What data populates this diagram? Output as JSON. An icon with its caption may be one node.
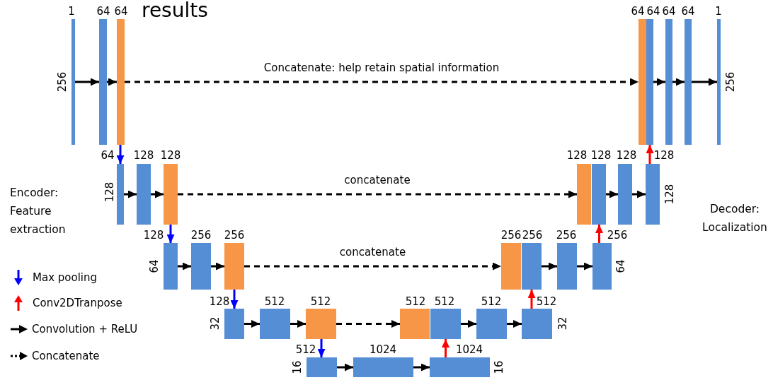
{
  "diagram": {
    "nodes": [
      {
        "text": [],
        "shape": "bar",
        "beside": [
          "1",
          "256"
        ]
      },
      {
        "text": [],
        "shape": "bar",
        "beside": [
          "64"
        ]
      },
      {
        "text": [],
        "shape": "bar",
        "beside": [
          "64"
        ]
      },
      {
        "text": [],
        "shape": "bar",
        "beside": [
          "64"
        ]
      },
      {
        "text": [],
        "shape": "bar",
        "beside": [
          "64"
        ]
      },
      {
        "text": [],
        "shape": "bar",
        "beside": [
          "64"
        ]
      },
      {
        "text": [],
        "shape": "bar",
        "beside": [
          "64"
        ]
      },
      {
        "text": [],
        "shape": "bar",
        "beside": [
          "1",
          "256"
        ]
      },
      {
        "text": [],
        "shape": "bar",
        "beside": [
          "64",
          "128"
        ]
      },
      {
        "text": [],
        "shape": "bar",
        "beside": [
          "128"
        ]
      },
      {
        "text": [],
        "shape": "bar",
        "beside": [
          "128"
        ]
      },
      {
        "text": [],
        "shape": "bar",
        "beside": [
          "128"
        ]
      },
      {
        "text": [],
        "shape": "bar",
        "beside": [
          "128"
        ]
      },
      {
        "text": [],
        "shape": "bar",
        "beside": [
          "128"
        ]
      },
      {
        "text": [],
        "shape": "bar",
        "beside": [
          "128",
          "128"
        ]
      },
      {
        "text": [],
        "shape": "bar",
        "beside": [
          "128",
          "64"
        ]
      },
      {
        "text": [],
        "shape": "bar",
        "beside": [
          "256"
        ]
      },
      {
        "text": [],
        "shape": "bar",
        "beside": [
          "256"
        ]
      },
      {
        "text": [],
        "shape": "bar",
        "beside": [
          "256"
        ]
      },
      {
        "text": [],
        "shape": "bar",
        "beside": [
          "256"
        ]
      },
      {
        "text": [],
        "shape": "bar",
        "beside": [
          "256"
        ]
      },
      {
        "text": [],
        "shape": "bar",
        "beside": [
          "256",
          "64"
        ]
      },
      {
        "text": [],
        "shape": "bar",
        "beside": [
          "128",
          "32"
        ]
      },
      {
        "text": [],
        "shape": "bar",
        "beside": [
          "512"
        ]
      },
      {
        "text": [],
        "shape": "bar",
        "beside": [
          "512"
        ]
      },
      {
        "text": [],
        "shape": "bar",
        "beside": [
          "512"
        ]
      },
      {
        "text": [],
        "shape": "bar",
        "beside": [
          "512"
        ]
      },
      {
        "text": [],
        "shape": "bar",
        "beside": [
          "512"
        ]
      },
      {
        "text": [],
        "shape": "bar",
        "beside": [
          "512",
          "32"
        ]
      },
      {
        "text": [],
        "shape": "bar",
        "beside": [
          "512",
          "16"
        ]
      },
      {
        "text": [],
        "shape": "bar",
        "beside": [
          "1024"
        ]
      },
      {
        "text": [],
        "shape": "bar",
        "beside": [
          "1024",
          "16"
        ]
      }
    ],
    "edges": [
      {
        "from": 0,
        "to": 1,
        "arrow": "to"
      },
      {
        "from": 1,
        "to": 2,
        "arrow": "to"
      },
      {
        "from": 2,
        "to": 3,
        "arrow": "to",
        "label": "Concatenate: help retain spatial information",
        "style": "dashed"
      },
      {
        "from": 4,
        "to": 5,
        "arrow": "to"
      },
      {
        "from": 5,
        "to": 6,
        "arrow": "to"
      },
      {
        "from": 6,
        "to": 7,
        "arrow": "to"
      },
      {
        "from": 2,
        "to": 8,
        "arrow": "to",
        "color": "#0000ff"
      },
      {
        "from": 8,
        "to": 9,
        "arrow": "to"
      },
      {
        "from": 9,
        "to": 10,
        "arrow": "to"
      },
      {
        "from": 10,
        "to": 11,
        "arrow": "to",
        "label": "concatenate",
        "style": "dashed"
      },
      {
        "from": 12,
        "to": 13,
        "arrow": "to"
      },
      {
        "from": 13,
        "to": 14,
        "arrow": "to"
      },
      {
        "from": 14,
        "to": 4,
        "arrow": "to",
        "color": "#ff0000"
      },
      {
        "from": 10,
        "to": 15,
        "arrow": "to",
        "color": "#0000ff"
      },
      {
        "from": 15,
        "to": 16,
        "arrow": "to"
      },
      {
        "from": 16,
        "to": 17,
        "arrow": "to"
      },
      {
        "from": 17,
        "to": 18,
        "arrow": "to",
        "label": "concatenate",
        "style": "dashed"
      },
      {
        "from": 19,
        "to": 20,
        "arrow": "to"
      },
      {
        "from": 20,
        "to": 21,
        "arrow": "to"
      },
      {
        "from": 21,
        "to": 12,
        "arrow": "to",
        "color": "#ff0000"
      },
      {
        "from": 17,
        "to": 22,
        "arrow": "to",
        "color": "#0000ff"
      },
      {
        "from": 22,
        "to": 23,
        "arrow": "to"
      },
      {
        "from": 23,
        "to": 24,
        "arrow": "to"
      },
      {
        "from": 24,
        "to": 25,
        "arrow": "to",
        "style": "dashed"
      },
      {
        "from": 26,
        "to": 27,
        "arrow": "to"
      },
      {
        "from": 27,
        "to": 28,
        "arrow": "to"
      },
      {
        "from": 28,
        "to": 19,
        "arrow": "to",
        "color": "#ff0000"
      },
      {
        "from": 24,
        "to": 29,
        "arrow": "to",
        "color": "#0000ff"
      },
      {
        "from": 29,
        "to": 30,
        "arrow": "to"
      },
      {
        "from": 30,
        "to": 31,
        "arrow": "to"
      },
      {
        "from": 31,
        "to": 26,
        "arrow": "to",
        "color": "#ff0000"
      }
    ],
    "labels": [
      "results",
      "Encoder: Feature extraction",
      "Decoder: Localization"
    ],
    "legend": [
      {
        "text": "Max pooling"
      },
      {
        "text": "Conv2DTranpose"
      },
      {
        "text": "Convolution + ReLU"
      },
      {
        "text": "Concatenate"
      }
    ]
  }
}
